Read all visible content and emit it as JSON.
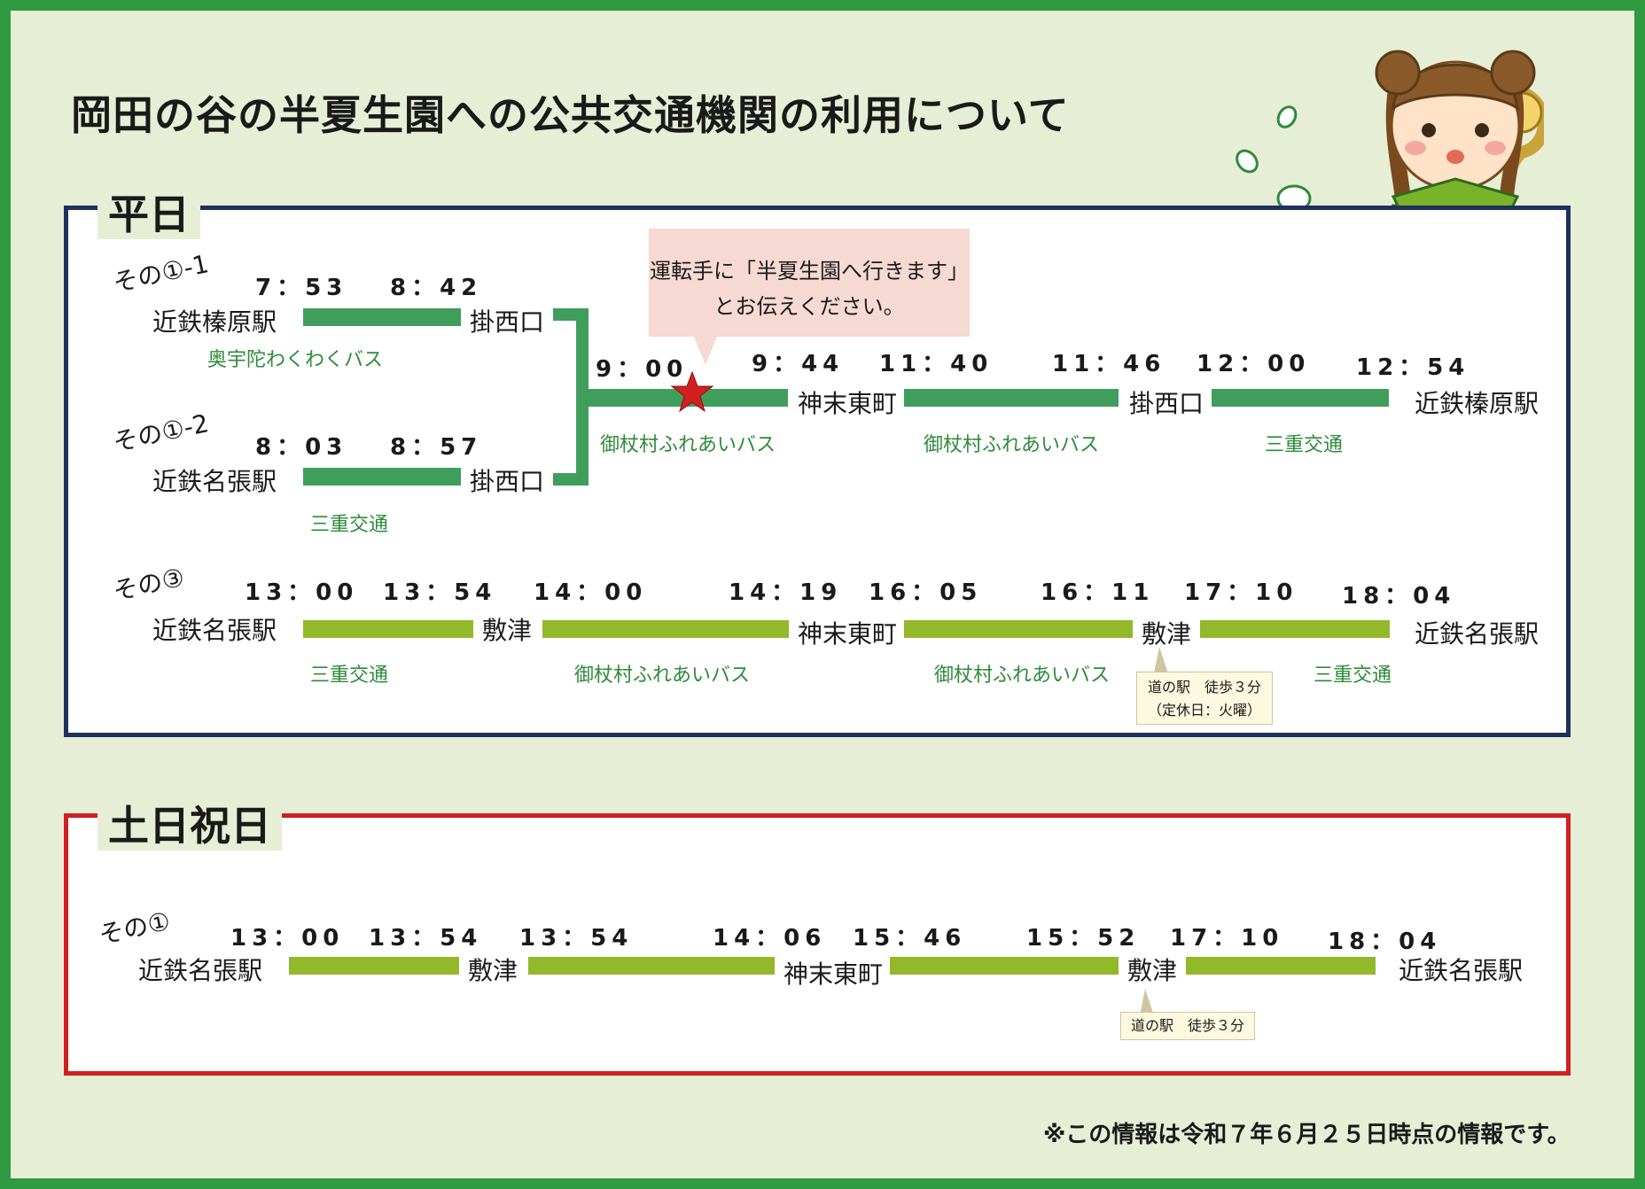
{
  "title": "岡田の谷の半夏生園への公共交通機関の利用について",
  "sections": {
    "weekday": {
      "label": "平日"
    },
    "holiday": {
      "label": "土日祝日"
    }
  },
  "weekday_routes": {
    "r1_1": {
      "name": "その①-1",
      "t1": "7：53",
      "t2": "8：42",
      "from": "近鉄榛原駅",
      "to": "掛西口",
      "operator": "奥宇陀わくわくバス"
    },
    "r1_2": {
      "name": "その①-2",
      "t1": "8：03",
      "t2": "8：57",
      "from": "近鉄名張駅",
      "to": "掛西口",
      "operator": "三重交通"
    },
    "shared": {
      "t1": "9：00",
      "t2": "9：44",
      "t3": "11：40",
      "t4": "11：46",
      "t5": "12：00",
      "t6": "12：54",
      "s1": "神末東町",
      "s2": "掛西口",
      "s3": "近鉄榛原駅",
      "op1": "御杖村ふれあいバス",
      "op2": "御杖村ふれあいバス",
      "op3": "三重交通"
    },
    "callout": {
      "line1": "運転手に「半夏生園へ行きます」",
      "line2": "とお伝えください。"
    },
    "r3": {
      "name": "その③",
      "t1": "13：00",
      "t2": "13：54",
      "t3": "14：00",
      "t4": "14：19",
      "t5": "16：05",
      "t6": "16：11",
      "t7": "17：10",
      "t8": "18：04",
      "s1": "近鉄名張駅",
      "s2": "敷津",
      "s3": "神末東町",
      "s4": "敷津",
      "s5": "近鉄名張駅",
      "op1": "三重交通",
      "op2": "御杖村ふれあいバス",
      "op3": "御杖村ふれあいバス",
      "op4": "三重交通",
      "note_line1": "道の駅　徒歩３分",
      "note_line2": "（定休日：火曜）"
    }
  },
  "holiday_routes": {
    "r1": {
      "name": "その①",
      "t1": "13：00",
      "t2": "13：54",
      "t3": "13：54",
      "t4": "14：06",
      "t5": "15：46",
      "t6": "15：52",
      "t7": "17：10",
      "t8": "18：04",
      "s1": "近鉄名張駅",
      "s2": "敷津",
      "s3": "神末東町",
      "s4": "敷津",
      "s5": "近鉄名張駅",
      "note": "道の駅　徒歩３分"
    }
  },
  "footer": "※この情報は令和７年６月２５日時点の情報です。",
  "colors": {
    "border_green": "#2f9a3f",
    "background": "#e6efd6",
    "weekday_frame": "#1f2f5e",
    "holiday_frame": "#d21f1f",
    "line_dark_green": "#3f9e5c",
    "line_light_green": "#93b82a",
    "operator_text": "#2e8b3a",
    "star": "#d21f1f"
  },
  "icons": {
    "mascot": "mascot-character-illustration",
    "star": "star-marker-icon",
    "leaves": "leaf-decoration"
  }
}
